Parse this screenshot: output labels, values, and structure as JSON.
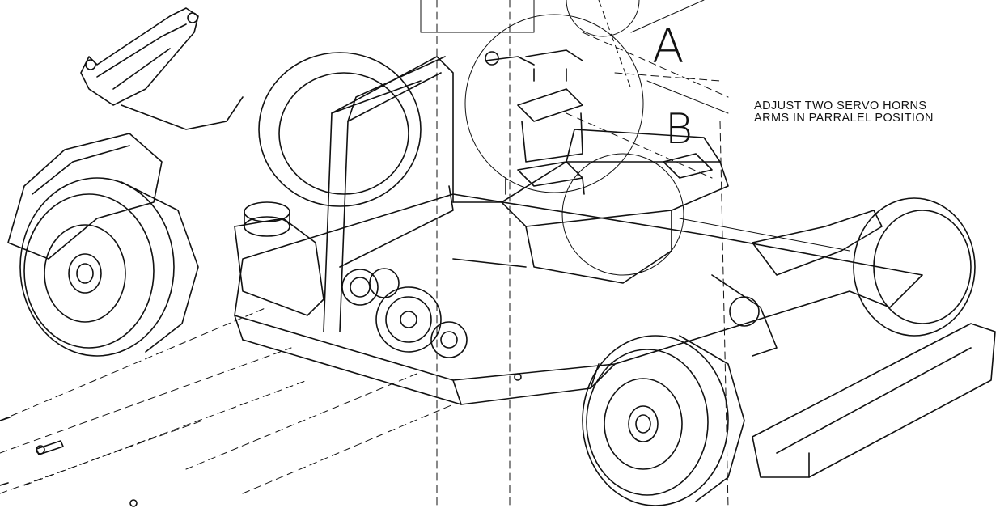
{
  "callouts": {
    "label_a": "A",
    "label_b": "B"
  },
  "instruction": {
    "line1": "ADJUST TWO SERVO HORNS",
    "line2": "ARMS IN PARRALEL POSITION"
  },
  "colors": {
    "line": "#111111",
    "background": "#ffffff"
  }
}
